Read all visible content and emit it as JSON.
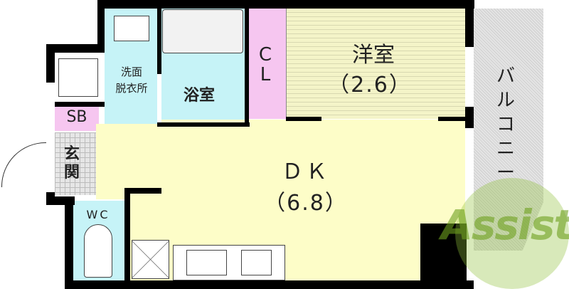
{
  "floorplan": {
    "rooms": {
      "western_room": {
        "name": "洋室",
        "size": "（2.6）"
      },
      "dk": {
        "name": "ＤＫ",
        "size": "（6.8）"
      },
      "bathroom": {
        "name": "浴室"
      },
      "washroom": {
        "name_line1": "洗面",
        "name_line2": "脱衣所"
      },
      "closet": {
        "name_line1": "C",
        "name_line2": "L"
      },
      "shoe_box": {
        "name": "SB"
      },
      "entrance": {
        "name_line1": "玄",
        "name_line2": "関"
      },
      "toilet": {
        "name": "WC"
      },
      "balcony": {
        "name_chars": [
          "バ",
          "ル",
          "コ",
          "ニ",
          "ー"
        ]
      }
    },
    "colors": {
      "wall": "#000000",
      "living_floor": "#fdfdc8",
      "wet_area": "#c6f3f7",
      "storage": "#f6c6f0",
      "balcony": "#d8d8d8",
      "watermark": "#8fbf3a"
    },
    "watermark": {
      "text": "Assist"
    }
  }
}
